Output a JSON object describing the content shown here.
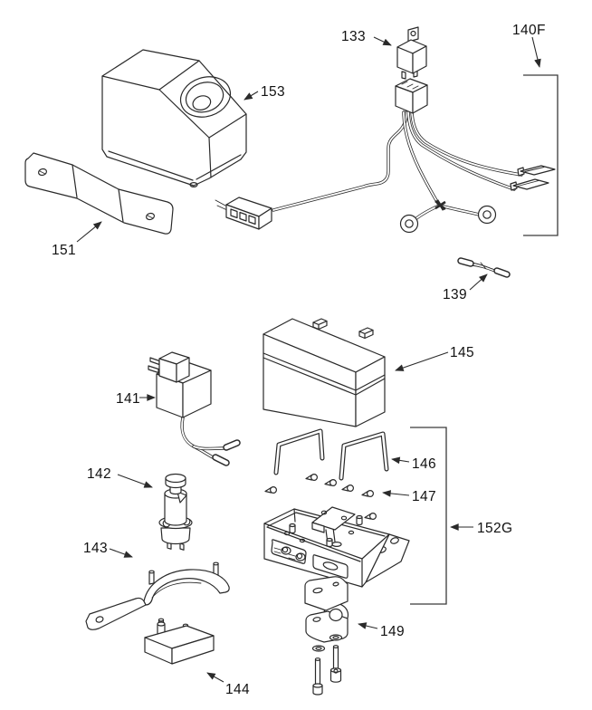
{
  "figure": {
    "kind": "exploded parts diagram",
    "colors": {
      "background": "#ffffff",
      "line": "#2a2a2a",
      "label": "#111111"
    }
  },
  "callouts": {
    "relay": "133",
    "harness_group": "140F",
    "cover": "153",
    "mounting_strap": "151",
    "jumper_lead": "139",
    "battery": "145",
    "charger": "141",
    "hold_down_straps": "146",
    "push_fasteners": "147",
    "motor": "142",
    "tray_group": "152G",
    "wrench": "143",
    "tube_clamp": "149",
    "terminal_block": "144"
  }
}
